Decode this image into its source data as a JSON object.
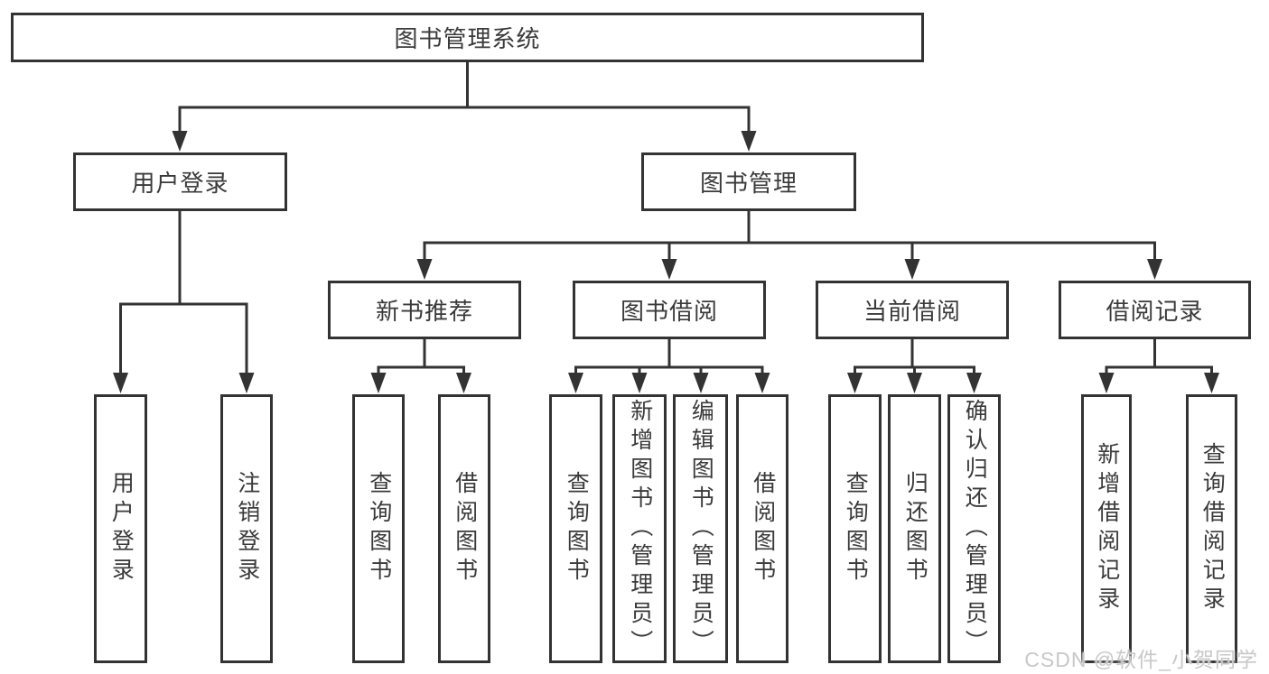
{
  "nodes": {
    "root": "图书管理系统",
    "user_login": "用户登录",
    "book_management": "图书管理",
    "new_book_recommend": "新书推荐",
    "book_borrow": "图书借阅",
    "current_borrow": "当前借阅",
    "borrow_records": "借阅记录",
    "leaf_user_login": "用户登录",
    "leaf_logout_login": "注销登录",
    "leaf_query_book_1": "查询图书",
    "leaf_borrow_book_1": "借阅图书",
    "leaf_query_book_2": "查询图书",
    "leaf_add_book_admin": "新增图书（管理员）",
    "leaf_edit_book_admin": "编辑图书（管理员）",
    "leaf_borrow_book_2": "借阅图书",
    "leaf_query_book_3": "查询图书",
    "leaf_return_book": "归还图书",
    "leaf_confirm_return_admin": "确认归还（管理员）",
    "leaf_add_borrow_record": "新增借阅记录",
    "leaf_query_borrow_record": "查询借阅记录"
  },
  "watermark": {
    "text": "CSDN @软件_小贺同学",
    "color": "#c8c8c8"
  },
  "colors": {
    "line": "#333333",
    "text": "#3a3a3a",
    "box_background": "#ffffff",
    "page_background": "#ffffff"
  }
}
